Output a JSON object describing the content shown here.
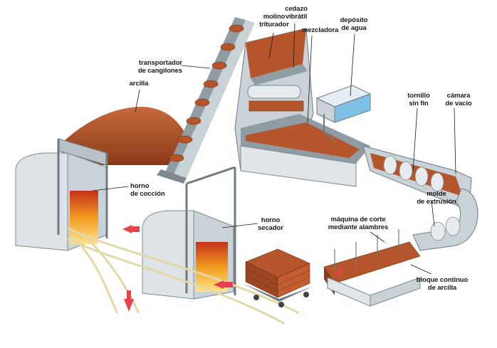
{
  "labels": {
    "molino": "molino\ntriturador",
    "cedazo": "cedazo\nvibrátil",
    "mezcladora": "mezcladora",
    "deposito": "depósito\nde agua",
    "transportador": "transportador\nde cangilones",
    "arcilla": "arcilla",
    "tornillo": "tornillo\nsin fin",
    "camara": "cámara\nde vacío",
    "horno_coccion": "horno\nde cocción",
    "molde": "molde\nde extrusión",
    "horno_secador": "horno\nsecador",
    "maquina_corte": "máquina de corte\nmediante alambres",
    "bloque": "bloque continuo\nde arcilla"
  },
  "colors": {
    "clay": "#b5552b",
    "clay_dark": "#7a3216",
    "machine": "#c9d2d6",
    "machine_dark": "#8f9ca2",
    "water": "#7fc0e6",
    "fire": "#f28a1e",
    "arrow": "#e8434a"
  }
}
